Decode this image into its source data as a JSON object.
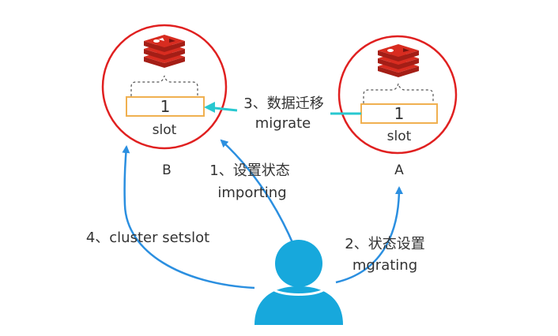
{
  "nodes": {
    "node_b": {
      "slot_number": "1",
      "slot_label": "slot",
      "name": "B"
    },
    "node_a": {
      "slot_number": "1",
      "slot_label": "slot",
      "name": "A"
    }
  },
  "steps": {
    "step3": {
      "line1": "3、数据迁移",
      "line2": "migrate"
    },
    "step1": {
      "line1": "1、设置状态",
      "line2": "importing"
    },
    "step2": {
      "line1": "2、状态设置",
      "line2": "mgrating"
    },
    "step4": {
      "line1": "4、cluster setslot"
    }
  },
  "colors": {
    "circle_border": "#e02020",
    "slot_border": "#f0b050",
    "arrow_blue": "#2b8fe0",
    "arrow_cyan": "#28c8d0",
    "user_icon": "#17a8dc",
    "redis_logo": "#d82c20"
  },
  "icons": {
    "database": "redis-logo-icon",
    "user": "user-icon"
  }
}
